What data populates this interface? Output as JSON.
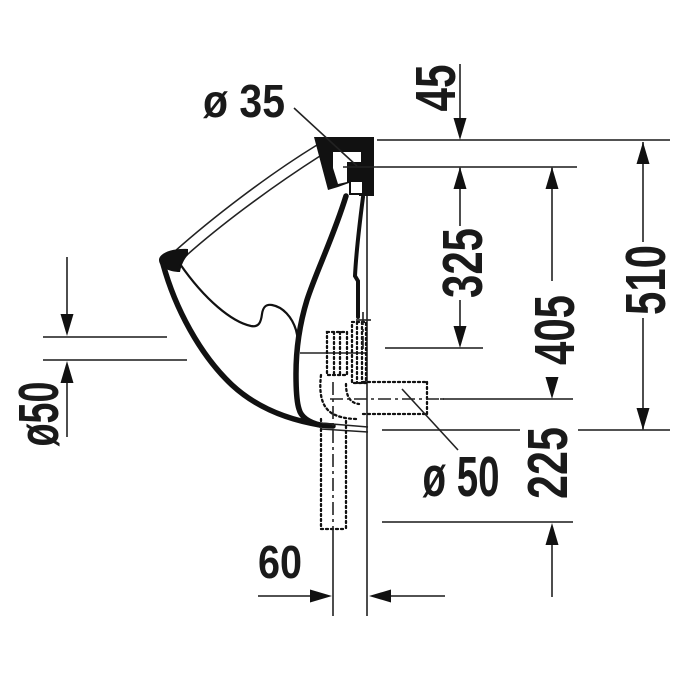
{
  "drawing": {
    "units": "mm",
    "background": "#ffffff",
    "dim_line_color": "#3a3a3a",
    "ink_color": "#111111",
    "labels": {
      "inlet_diameter": "ø 35",
      "top_to_inlet": "45",
      "inlet_to_outlet_top": "325",
      "inlet_to_trap_axis": "405",
      "total_height": "510",
      "bowl_outlet_diameter": "ø50",
      "trap_pipe_diameter": "ø 50",
      "trap_axis_to_pipe_end": "225",
      "wall_to_pipe_axis": "60"
    }
  }
}
